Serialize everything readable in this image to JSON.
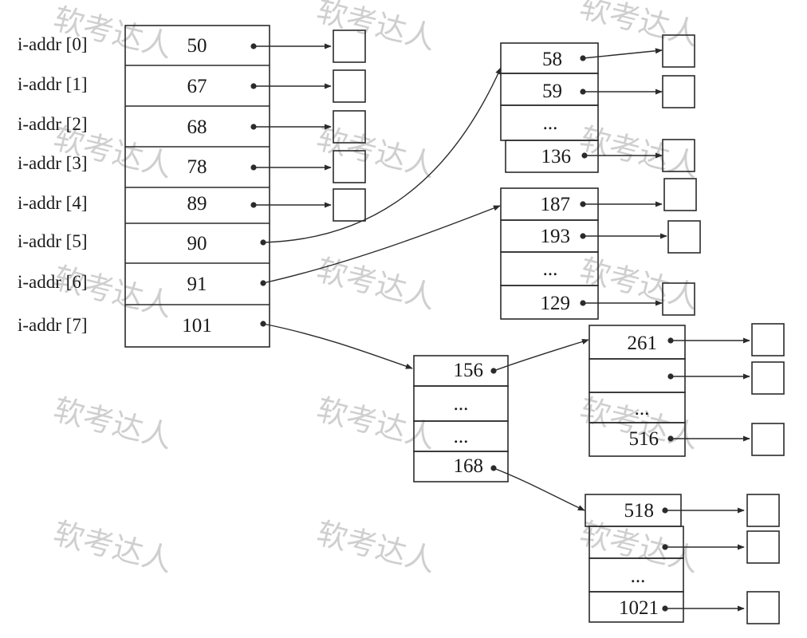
{
  "watermark": "软考达人",
  "inode": {
    "labels": [
      "i-addr [0]",
      "i-addr [1]",
      "i-addr [2]",
      "i-addr [3]",
      "i-addr [4]",
      "i-addr [5]",
      "i-addr [6]",
      "i-addr [7]"
    ],
    "values": [
      "50",
      "67",
      "68",
      "78",
      "89",
      "90",
      "91",
      "101"
    ]
  },
  "blocks": {
    "single_indirect_a": [
      "58",
      "59",
      "...",
      "136"
    ],
    "single_indirect_b": [
      "187",
      "193",
      "...",
      "129"
    ],
    "double_indirect": [
      "156",
      "...",
      "...",
      "168"
    ],
    "second_level_a": [
      "261",
      "",
      "...",
      "516"
    ],
    "second_level_b": [
      "518",
      "",
      "...",
      "1021"
    ]
  }
}
